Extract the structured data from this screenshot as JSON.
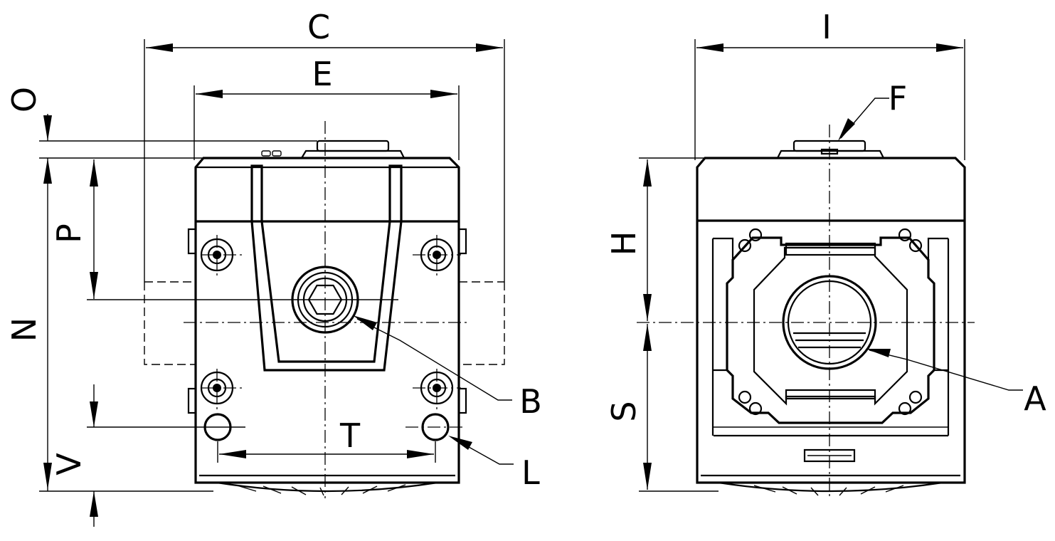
{
  "diagram": {
    "dimension_labels": {
      "C": "C",
      "E": "E",
      "O": "O",
      "P": "P",
      "N": "N",
      "V": "V",
      "T": "T",
      "I": "I",
      "H": "H",
      "S": "S"
    },
    "callout_labels": {
      "B": "B",
      "L": "L",
      "F": "F",
      "A": "A"
    },
    "line_color": "#000000",
    "background_color": "#ffffff"
  }
}
